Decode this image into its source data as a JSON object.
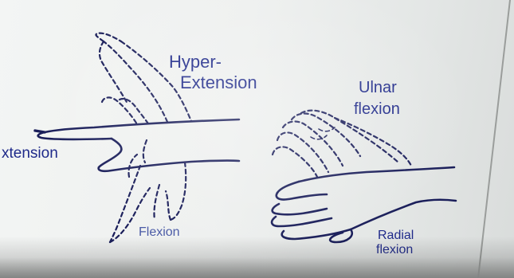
{
  "labels": {
    "hyper_line1": "Hyper-",
    "hyper_line2": "Extension",
    "ulnar_line1": "Ulnar",
    "ulnar_line2": "flexion",
    "extension": "xtension",
    "flexion": "Flexion",
    "radial_line1": "Radial",
    "radial_line2": "flexion"
  },
  "colors": {
    "ink": "#1a1e5a",
    "label": "#1f2a8a"
  }
}
